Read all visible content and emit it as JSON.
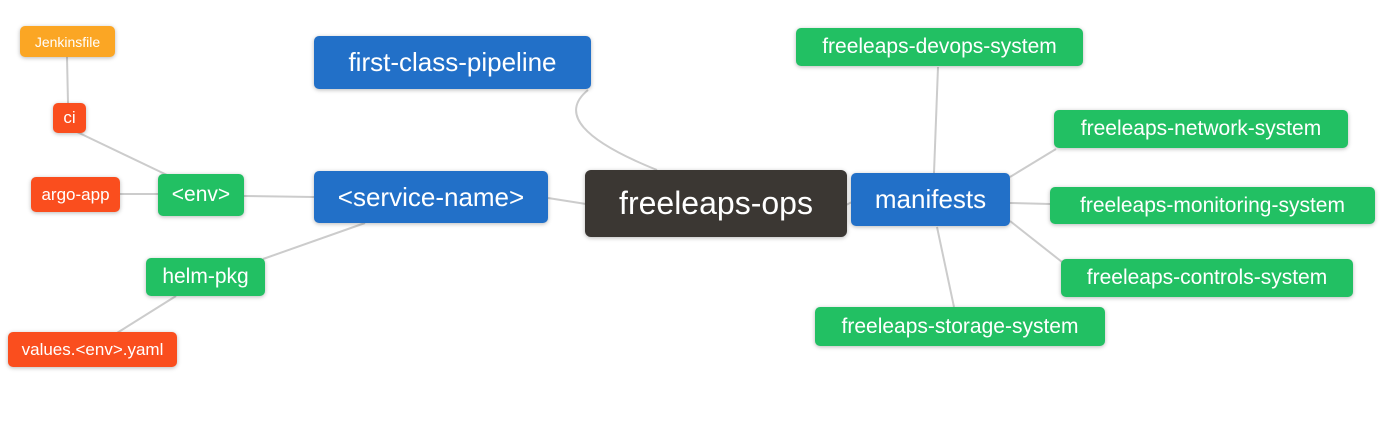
{
  "diagram": {
    "type": "mindmap",
    "title": "freeleaps-ops repository structure mind map",
    "colors": {
      "background": "#ffffff",
      "root_bg": "#3b3733",
      "branch_bg": "#2270c8",
      "level3_bg": "#22c063",
      "level4_bg": "#fa4e1e",
      "level5_bg": "#fba624",
      "edge": "#cccccc",
      "text": "#ffffff"
    },
    "nodes": {
      "root": {
        "label": "freeleaps-ops",
        "level": 1
      },
      "pipeline": {
        "label": "first-class-pipeline",
        "level": 2
      },
      "service": {
        "label": "<service-name>",
        "level": 2
      },
      "manifests": {
        "label": "manifests",
        "level": 2
      },
      "env": {
        "label": "<env>",
        "level": 3
      },
      "helm_pkg": {
        "label": "helm-pkg",
        "level": 3
      },
      "ci": {
        "label": "ci",
        "level": 4
      },
      "argo_app": {
        "label": "argo-app",
        "level": 4
      },
      "values_yaml": {
        "label": "values.<env>.yaml",
        "level": 4
      },
      "jenkinsfile": {
        "label": "Jenkinsfile",
        "level": 5
      },
      "devops": {
        "label": "freeleaps-devops-system",
        "level": 3
      },
      "network": {
        "label": "freeleaps-network-system",
        "level": 3
      },
      "monitoring": {
        "label": "freeleaps-monitoring-system",
        "level": 3
      },
      "controls": {
        "label": "freeleaps-controls-system",
        "level": 3
      },
      "storage": {
        "label": "freeleaps-storage-system",
        "level": 3
      }
    },
    "edges": [
      {
        "from": "root",
        "to": "pipeline"
      },
      {
        "from": "root",
        "to": "service"
      },
      {
        "from": "root",
        "to": "manifests"
      },
      {
        "from": "service",
        "to": "env"
      },
      {
        "from": "service",
        "to": "helm_pkg"
      },
      {
        "from": "env",
        "to": "ci"
      },
      {
        "from": "env",
        "to": "argo_app"
      },
      {
        "from": "ci",
        "to": "jenkinsfile"
      },
      {
        "from": "helm_pkg",
        "to": "values_yaml"
      },
      {
        "from": "manifests",
        "to": "devops"
      },
      {
        "from": "manifests",
        "to": "network"
      },
      {
        "from": "manifests",
        "to": "monitoring"
      },
      {
        "from": "manifests",
        "to": "controls"
      },
      {
        "from": "manifests",
        "to": "storage"
      }
    ]
  }
}
